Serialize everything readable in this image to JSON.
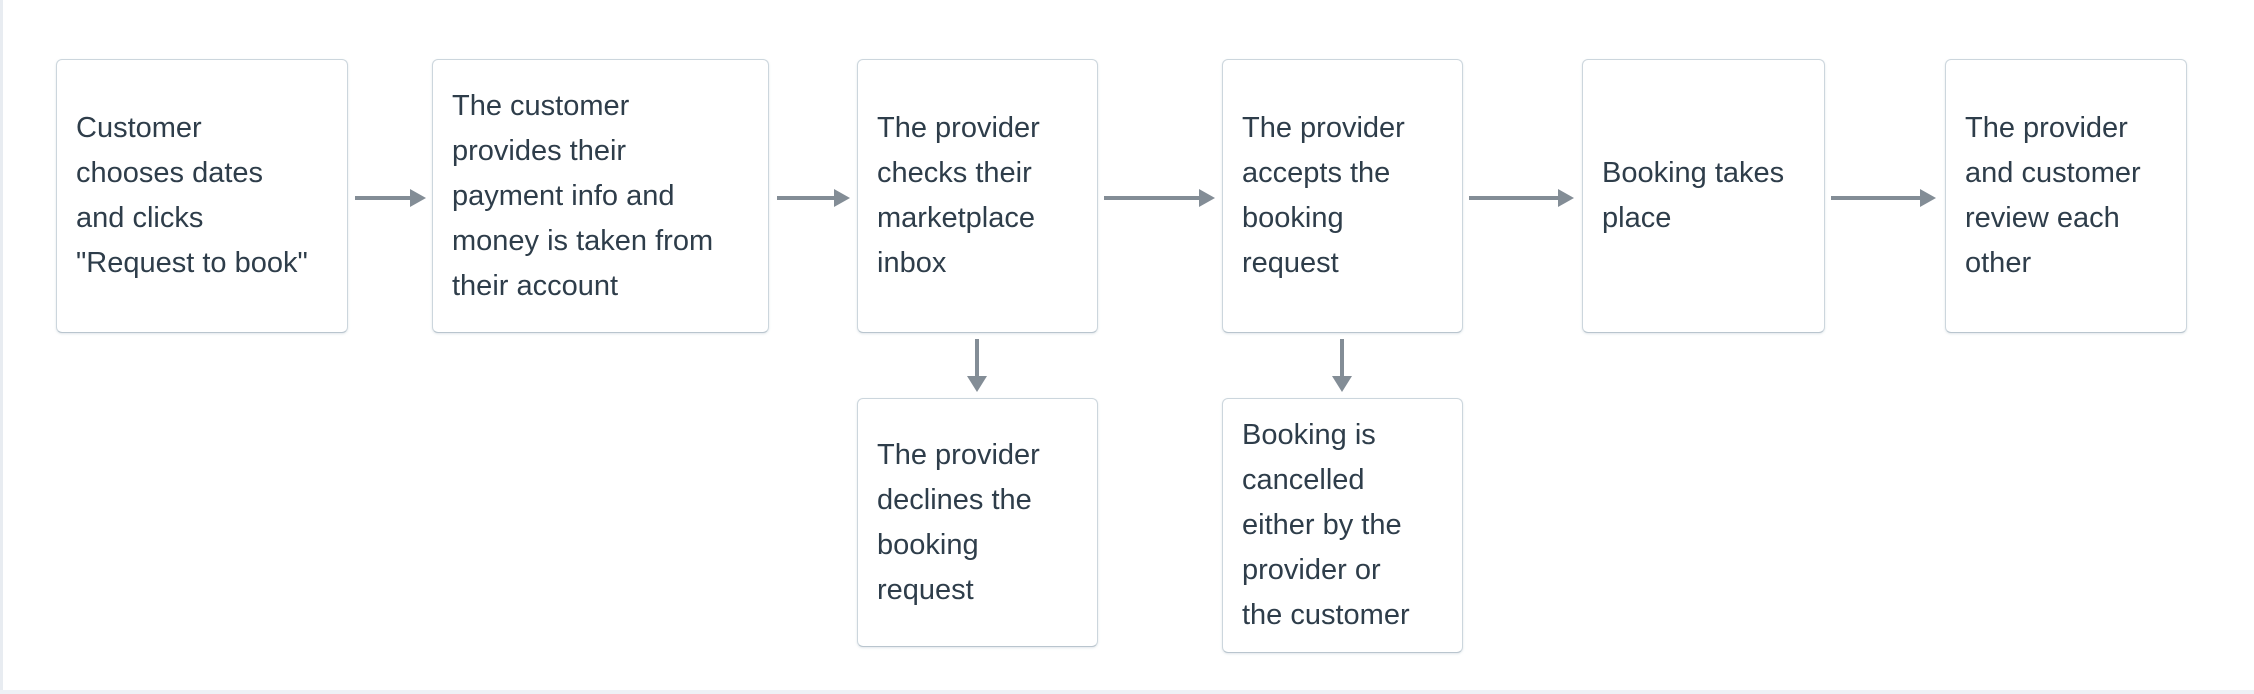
{
  "theme": {
    "background": "#ffffff",
    "box_fill": "#ffffff",
    "box_border": "#ccd6dd",
    "box_border_bottom": "#b9c5ce",
    "text_color": "#2e3d4a",
    "arrow_color": "#838d96",
    "left_edge_strip": "#e8ecf1",
    "bottom_edge_strip": "#eef1f6"
  },
  "flowchart": {
    "type": "flowchart",
    "main_steps": [
      {
        "id": "choose-dates",
        "text": "Customer\nchooses dates\nand clicks\n\"Request to book\""
      },
      {
        "id": "payment",
        "text": "The customer\nprovides their\npayment info and\nmoney is taken from\ntheir account"
      },
      {
        "id": "check-inbox",
        "text": "The provider\nchecks their\nmarketplace\ninbox"
      },
      {
        "id": "accept-request",
        "text": "The provider\naccepts the\nbooking\nrequest"
      },
      {
        "id": "booking-takes-place",
        "text": "Booking takes\nplace"
      },
      {
        "id": "review",
        "text": "The provider\nand customer\nreview each\nother"
      }
    ],
    "branch_steps": [
      {
        "id": "decline-request",
        "text": "The provider\ndeclines the\nbooking\nrequest"
      },
      {
        "id": "booking-cancelled",
        "text": "Booking is\ncancelled\neither by the\nprovider or\nthe customer"
      }
    ],
    "connections": [
      {
        "from": "choose-dates",
        "to": "payment",
        "direction": "right"
      },
      {
        "from": "payment",
        "to": "check-inbox",
        "direction": "right"
      },
      {
        "from": "check-inbox",
        "to": "accept-request",
        "direction": "right"
      },
      {
        "from": "accept-request",
        "to": "booking-takes-place",
        "direction": "right"
      },
      {
        "from": "booking-takes-place",
        "to": "review",
        "direction": "right"
      },
      {
        "from": "check-inbox",
        "to": "decline-request",
        "direction": "down"
      },
      {
        "from": "accept-request",
        "to": "booking-cancelled",
        "direction": "down"
      }
    ]
  }
}
